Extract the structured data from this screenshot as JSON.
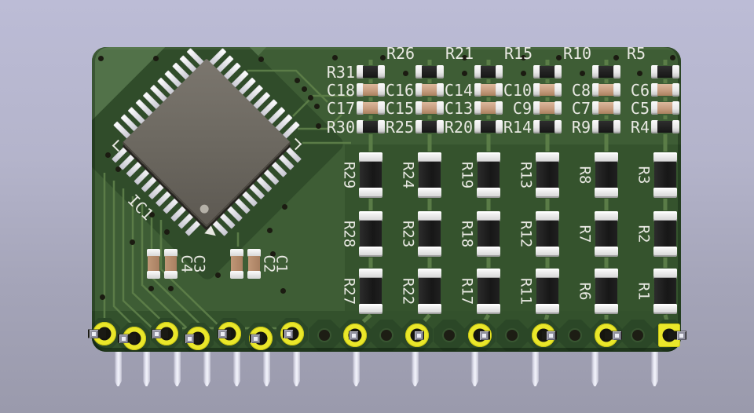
{
  "viewer": {
    "type": "pcb-3d-render",
    "description": "3D rendered green PCB module with pin header"
  },
  "ic": {
    "ref": "IC1",
    "package": "QFP",
    "pins_per_side": 11,
    "rotation_deg": 45
  },
  "top_block": {
    "rows": [
      {
        "kind": "resistor",
        "refs": [
          "R31",
          "R26",
          "R21",
          "R15",
          "R10",
          "R5"
        ],
        "label_pos": [
          "left",
          "above",
          "above",
          "above",
          "above",
          "above"
        ]
      },
      {
        "kind": "capacitor",
        "refs": [
          "C18",
          "C16",
          "C14",
          "C10",
          "C8",
          "C6"
        ],
        "label_pos": [
          "left",
          "left",
          "left",
          "left",
          "left",
          "left"
        ]
      },
      {
        "kind": "capacitor",
        "refs": [
          "C17",
          "C15",
          "C13",
          "C9",
          "C7",
          "C5"
        ],
        "label_pos": [
          "left",
          "left",
          "left",
          "left",
          "left",
          "left"
        ]
      },
      {
        "kind": "resistor",
        "refs": [
          "R30",
          "R25",
          "R20",
          "R14",
          "R9",
          "R4"
        ],
        "label_pos": [
          "left",
          "left",
          "left",
          "left",
          "left",
          "left"
        ]
      }
    ]
  },
  "resistor_grid": {
    "rows": [
      [
        "R29",
        "R24",
        "R19",
        "R13",
        "R8",
        "R3"
      ],
      [
        "R28",
        "R23",
        "R18",
        "R12",
        "R7",
        "R2"
      ],
      [
        "R27",
        "R22",
        "R17",
        "R11",
        "R6",
        "R1"
      ]
    ]
  },
  "bypass_caps": {
    "left_pair_labels": [
      "C4",
      "C3"
    ],
    "right_pair_labels": [
      "C2",
      "C1"
    ]
  },
  "connector": {
    "left_pin_count": 7,
    "right_pin_count": 6,
    "plain_hole_count": 6,
    "square_pad_position": "rightmost"
  },
  "colors": {
    "background_top": "#bcbcd6",
    "background_bottom": "#9a9aac",
    "board_green": "#3c5a33",
    "pour_light": "#527249",
    "trace_green": "#5d7e49",
    "silkscreen": "#e8e8e2",
    "resistor_body": "#1d1d1d",
    "capacitor_body": "#c59d80",
    "pad_yellow": "#eae72a",
    "pin_silver": "#e6e6f0",
    "ic_gray": "#6e6a62"
  }
}
